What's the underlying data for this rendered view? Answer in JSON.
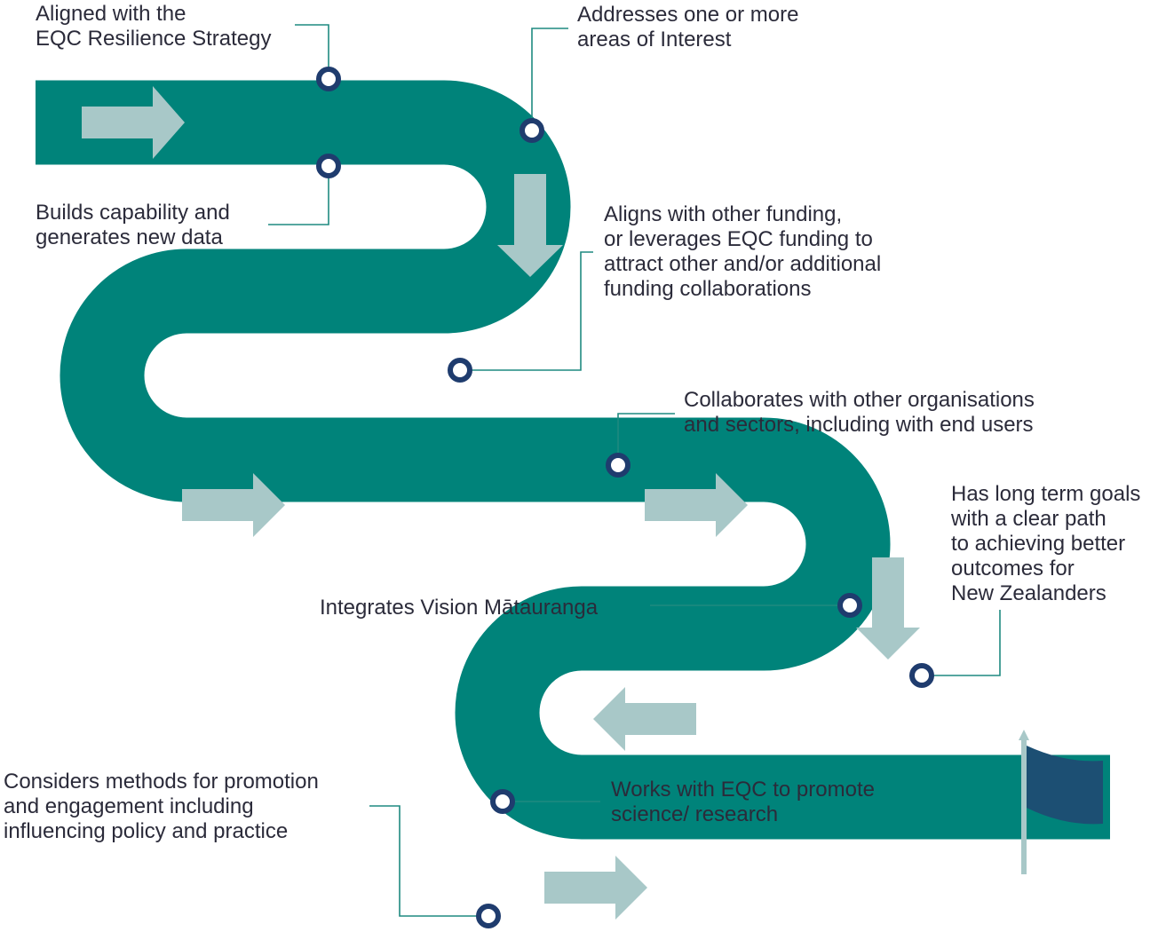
{
  "colors": {
    "road": "#00837a",
    "arrow": "#a8c8c8",
    "leader": "#1f8a80",
    "marker_ring": "#1f3c6e",
    "flag": "#1c4f73",
    "pole": "#a8c8c8",
    "text": "#2b2b3a"
  },
  "icons": {
    "flag": "flag-icon",
    "direction": "direction-arrow-icon",
    "marker": "milestone-marker-icon"
  },
  "criteria": [
    {
      "id": "resilience-strategy",
      "lines": [
        "Aligned with the",
        "EQC Resilience Strategy"
      ]
    },
    {
      "id": "capability",
      "lines": [
        "Builds capability and",
        "generates new data"
      ]
    },
    {
      "id": "areas-of-interest",
      "lines": [
        "Addresses one or more",
        "areas of Interest"
      ]
    },
    {
      "id": "funding",
      "lines": [
        "Aligns with other funding,",
        "or leverages EQC funding to",
        "attract other and/or additional",
        "funding collaborations"
      ]
    },
    {
      "id": "collaborates",
      "lines": [
        "Collaborates with other organisations",
        "and sectors, including with end users"
      ]
    },
    {
      "id": "long-term-goals",
      "lines": [
        "Has long term goals",
        "with a clear path",
        "to achieving better",
        "outcomes for",
        "New Zealanders"
      ]
    },
    {
      "id": "vision-matauranga",
      "lines": [
        "Integrates Vision Mātauranga"
      ]
    },
    {
      "id": "promote-science",
      "lines": [
        "Works with EQC to promote",
        "science/ research"
      ]
    },
    {
      "id": "promotion-engagement",
      "lines": [
        "Considers methods for promotion",
        "and engagement including",
        "influencing policy and practice"
      ]
    }
  ]
}
